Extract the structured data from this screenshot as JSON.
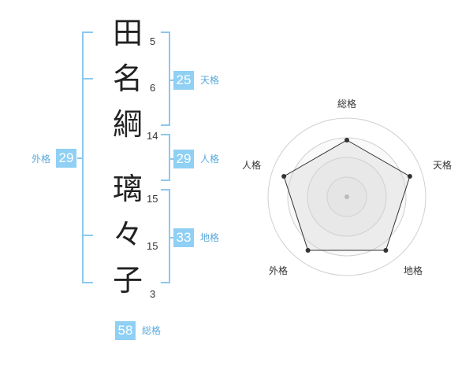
{
  "name": {
    "characters": [
      "田",
      "名",
      "綱",
      "璃",
      "々",
      "子"
    ],
    "strokes": [
      "5",
      "6",
      "14",
      "15",
      "15",
      "3"
    ]
  },
  "fortunes": {
    "tenkaku": {
      "value": "25",
      "label": "天格"
    },
    "jinkaku": {
      "value": "29",
      "label": "人格"
    },
    "chikaku": {
      "value": "33",
      "label": "地格"
    },
    "gaikaku": {
      "value": "29",
      "label": "外格"
    },
    "soukaku": {
      "value": "58",
      "label": "総格"
    }
  },
  "chart_data": {
    "type": "radar",
    "axes": [
      "総格",
      "天格",
      "地格",
      "外格",
      "人格"
    ],
    "values": [
      0.72,
      0.84,
      0.84,
      0.84,
      0.84
    ],
    "rings": 4,
    "grid": true
  },
  "colors": {
    "accent": "#8fd0f4",
    "bracket": "#8cc8ee",
    "label": "#5aa9da"
  }
}
